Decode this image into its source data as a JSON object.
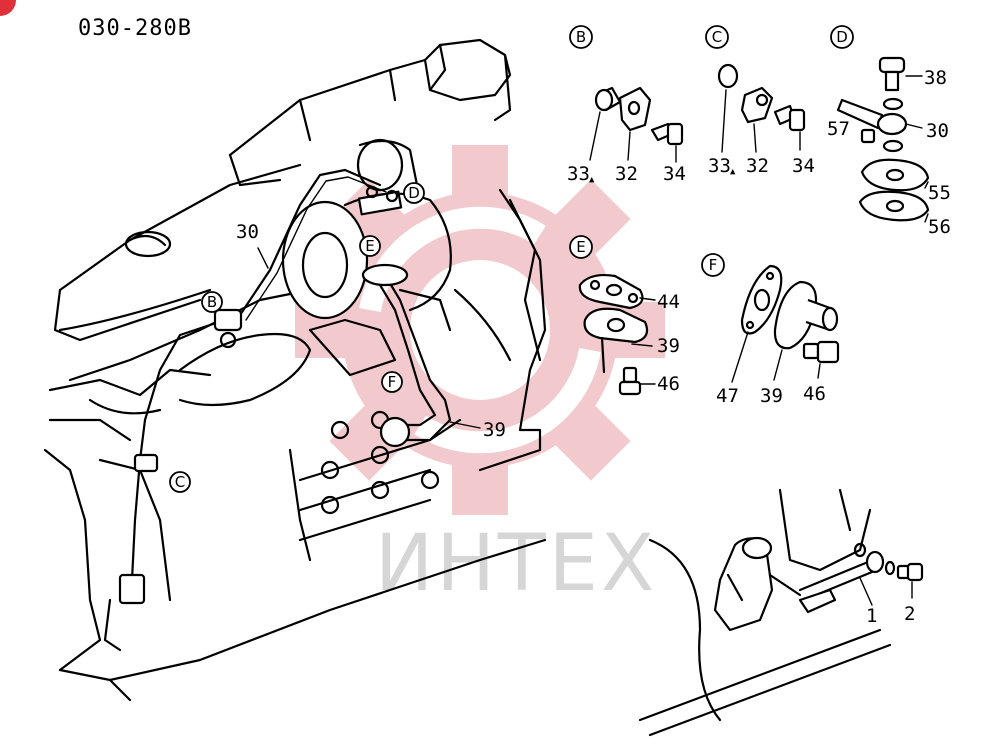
{
  "diagram_code": "030-280B",
  "watermark_text": "ИНТЕХ",
  "watermark_color": "#e9a0a6",
  "callout_letters": [
    "B",
    "C",
    "D",
    "E",
    "F"
  ],
  "part_labels": {
    "p1": "1",
    "p2": "2",
    "p30": "30",
    "p30b": "30",
    "p32": "32",
    "p32b": "32",
    "p33": "33",
    "p33b": "33",
    "p34": "34",
    "p34b": "34",
    "p38": "38",
    "p39": "39",
    "p39b": "39",
    "p39c": "39",
    "p44": "44",
    "p46": "46",
    "p46b": "46",
    "p47": "47",
    "p55": "55",
    "p56": "56",
    "p57": "57"
  }
}
